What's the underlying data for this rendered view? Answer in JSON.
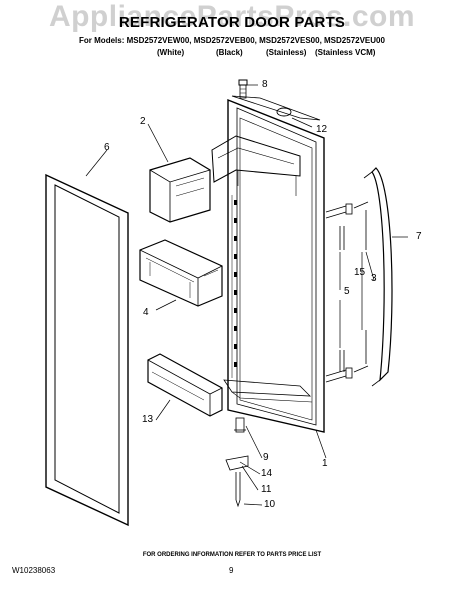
{
  "watermark": "AppliancePartsPros.com",
  "title": "REFRIGERATOR DOOR PARTS",
  "models_line": "For Models: MSD2572VEW00, MSD2572VEB00, MSD2572VES00, MSD2572VEU00",
  "variants": [
    "(White)",
    "(Black)",
    "(Stainless)",
    "(Stainless VCM)"
  ],
  "callouts": [
    "8",
    "12",
    "2",
    "6",
    "7",
    "4",
    "5",
    "15",
    "3",
    "13",
    "9",
    "14",
    "11",
    "1",
    "10"
  ],
  "footer": {
    "note": "FOR ORDERING INFORMATION REFER TO PARTS PRICE LIST",
    "doc_code": "W10238063",
    "page": "9"
  }
}
